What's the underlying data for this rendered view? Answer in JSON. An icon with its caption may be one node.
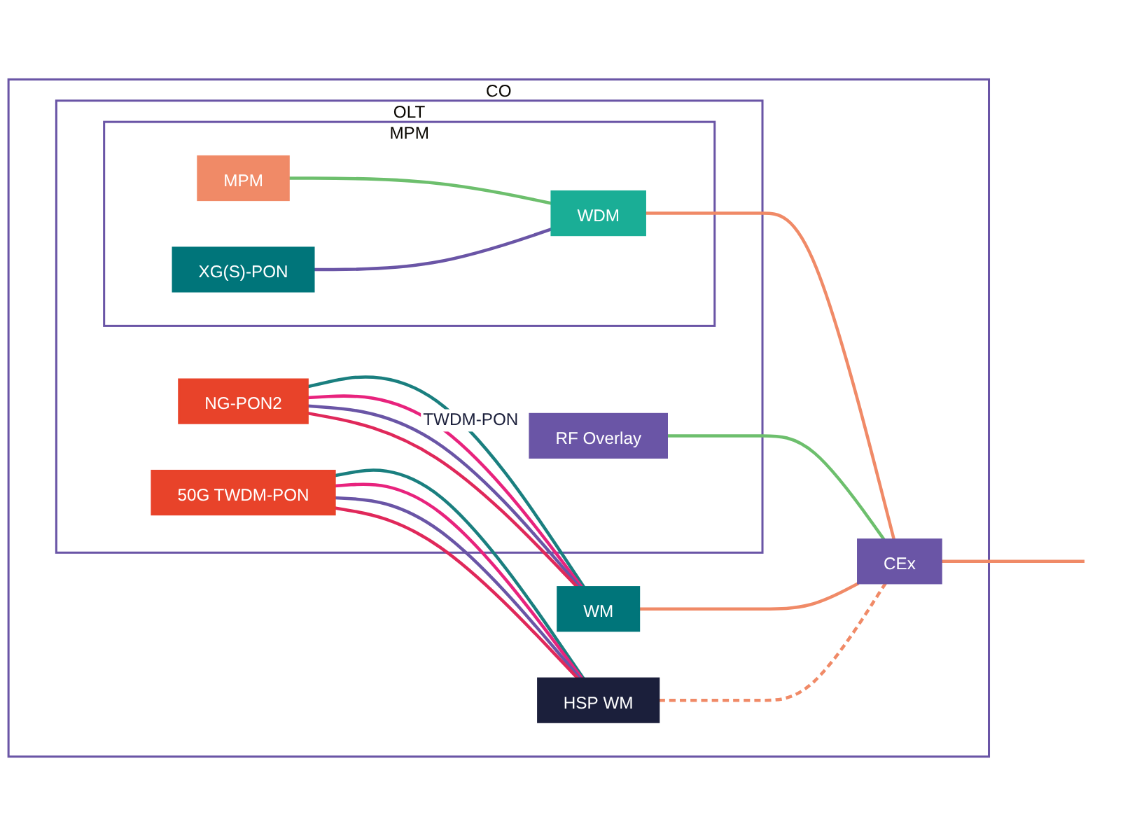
{
  "diagram": {
    "nodes": [
      {
        "text": [
          "CO"
        ]
      },
      {
        "text": [
          "OLT"
        ],
        "in": 0
      },
      {
        "text": [
          "MPM"
        ],
        "in": 1
      },
      {
        "text": [
          "MPM"
        ],
        "in": 2
      },
      {
        "text": [
          "XG(S)-PON"
        ],
        "in": 2
      },
      {
        "text": [
          "WDM"
        ],
        "in": 2
      },
      {
        "text": [
          "NG-PON2"
        ],
        "in": 1
      },
      {
        "text": [
          "RF Overlay"
        ],
        "in": 1
      },
      {
        "text": [
          "50G TWDM-PON"
        ],
        "in": 1
      },
      {
        "text": [
          "WM"
        ],
        "in": 0
      },
      {
        "text": [
          "HSP WM"
        ],
        "in": 0
      },
      {
        "text": [
          "CEx"
        ],
        "in": 0
      }
    ],
    "edges": [
      {
        "from": 3,
        "to": 5,
        "arrow": "none",
        "color": "#6dbf6d"
      },
      {
        "from": 4,
        "to": 5,
        "arrow": "none",
        "color": "#6a55a6"
      },
      {
        "from": 5,
        "to": 11,
        "arrow": "none",
        "color": "#f08a67"
      },
      {
        "from": 6,
        "to": 9,
        "arrow": "none",
        "color": "#1a7f7f",
        "label": "TWDM-PON"
      },
      {
        "from": 6,
        "to": 9,
        "arrow": "none",
        "color": "#e8237d"
      },
      {
        "from": 6,
        "to": 9,
        "arrow": "none",
        "color": "#6a55a6"
      },
      {
        "from": 6,
        "to": 9,
        "arrow": "none",
        "color": "#e0285a"
      },
      {
        "from": 9,
        "to": 11,
        "arrow": "none",
        "color": "#f08a67"
      },
      {
        "from": 7,
        "to": 11,
        "arrow": "none",
        "color": "#6dbf6d"
      },
      {
        "from": 8,
        "to": 10,
        "arrow": "none",
        "color": "#1a7f7f"
      },
      {
        "from": 8,
        "to": 10,
        "arrow": "none",
        "color": "#e8237d"
      },
      {
        "from": 8,
        "to": 10,
        "arrow": "none",
        "color": "#6a55a6"
      },
      {
        "from": 8,
        "to": 10,
        "arrow": "none",
        "color": "#e0285a"
      },
      {
        "from": 10,
        "to": 11,
        "arrow": "none",
        "color": "#f08a67",
        "style": "dashed"
      },
      {
        "from": 11,
        "to": null,
        "arrow": "none",
        "color": "#f08a67"
      }
    ]
  }
}
